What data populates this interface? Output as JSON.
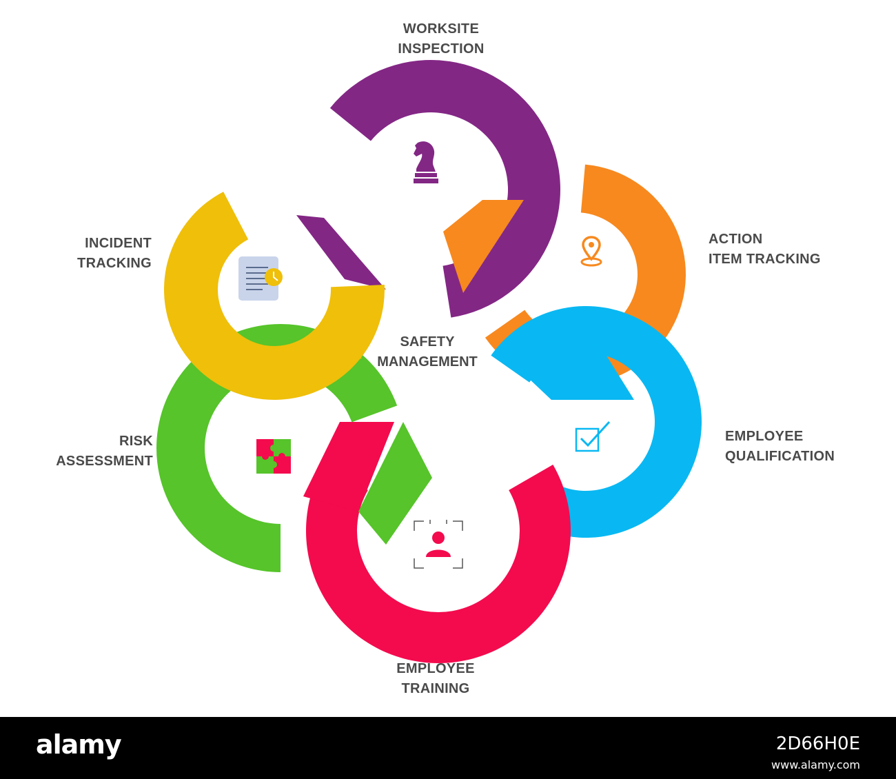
{
  "center": {
    "line1": "SAFETY",
    "line2": "MANAGEMENT"
  },
  "segments": [
    {
      "key": "worksite",
      "color": "#832785",
      "icon": "chess-knight-icon",
      "label": [
        "WORKSITE",
        "INSPECTION"
      ]
    },
    {
      "key": "action",
      "color": "#f7891f",
      "icon": "location-pin-icon",
      "label": [
        "ACTION",
        "ITEM TRACKING"
      ]
    },
    {
      "key": "qualification",
      "color": "#09b8f2",
      "icon": "checkbox-icon",
      "label": [
        "EMPLOYEE",
        "QUALIFICATION"
      ]
    },
    {
      "key": "training",
      "color": "#f30b4e",
      "icon": "user-target-icon",
      "label": [
        "EMPLOYEE",
        "TRAINING"
      ]
    },
    {
      "key": "risk",
      "color": "#56c42a",
      "icon": "puzzle-icon",
      "label": [
        "RISK",
        "ASSESSMENT"
      ]
    },
    {
      "key": "incident",
      "color": "#efbf0a",
      "icon": "document-clock-icon",
      "label": [
        "INCIDENT",
        "TRACKING"
      ]
    }
  ],
  "footer": {
    "logo": "alamy",
    "stock_id": "2D66H0E",
    "url": "www.alamy.com"
  }
}
